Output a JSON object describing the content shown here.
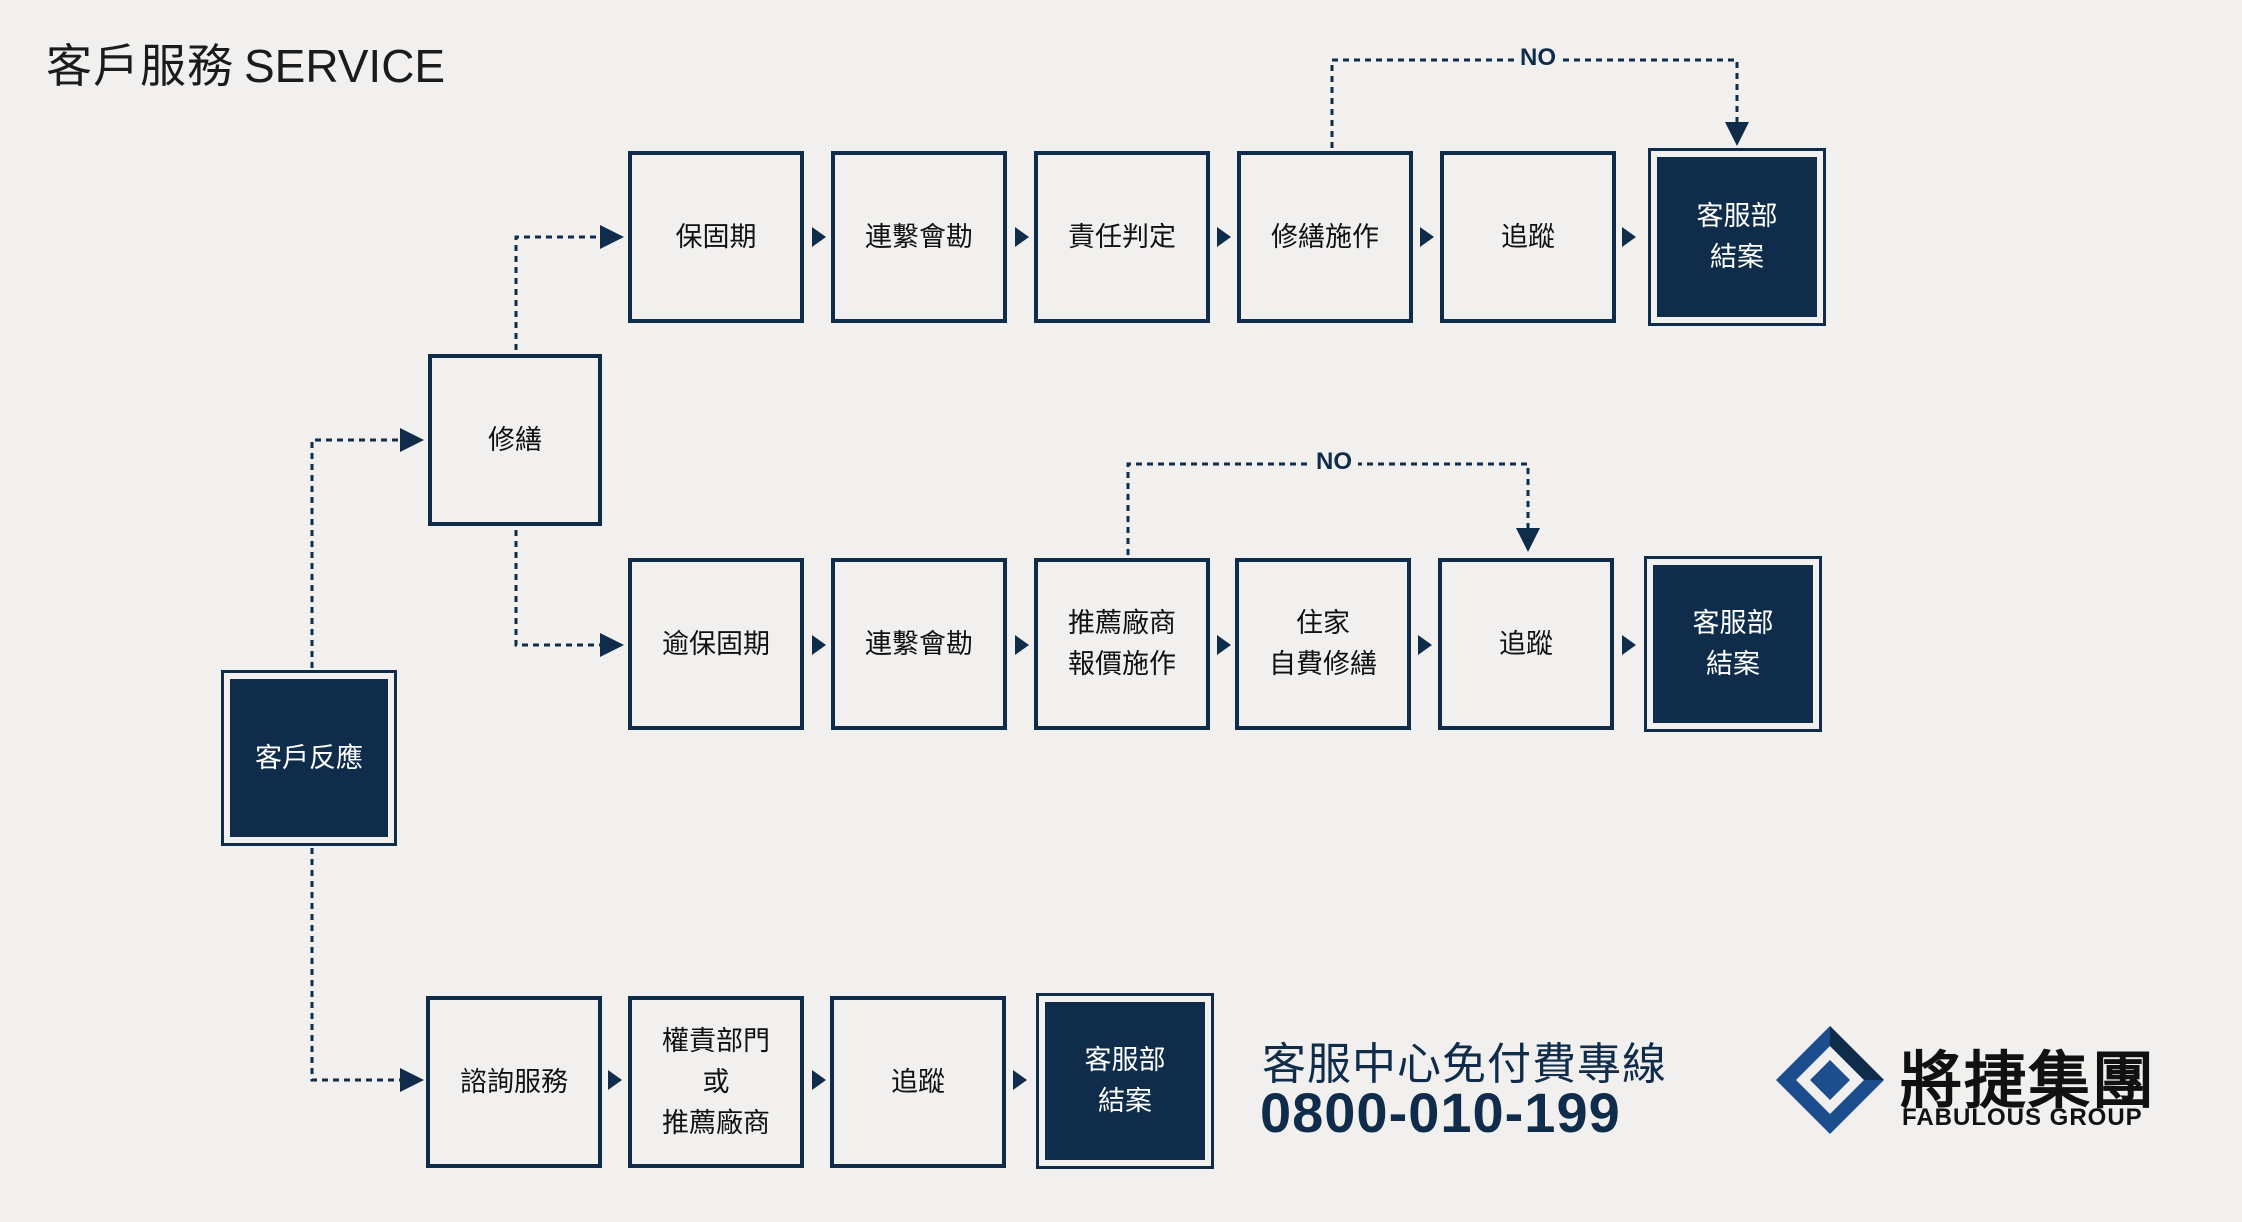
{
  "title": {
    "zh": "客戶服務",
    "en": "SERVICE"
  },
  "colors": {
    "navy": "#0f2d4a",
    "background": "#f1f0ef"
  },
  "nodes": {
    "start": "客戶反應",
    "repair": "修繕",
    "in_warranty": "保固期",
    "contact_survey_1": "連繫會勘",
    "responsibility": "責任判定",
    "repair_work": "修繕施作",
    "track_1": "追蹤",
    "close_1": [
      "客服部",
      "結案"
    ],
    "out_warranty": "逾保固期",
    "contact_survey_2": "連繫會勘",
    "recommend_vendor_quote": [
      "推薦廠商",
      "報價施作"
    ],
    "resident_self_paid": [
      "住家",
      "自費修繕"
    ],
    "track_2": "追蹤",
    "close_2": [
      "客服部",
      "結案"
    ],
    "consult": "諮詢服務",
    "responsible_dept": [
      "權責部門",
      "或",
      "推薦廠商"
    ],
    "track_3": "追蹤",
    "close_3": [
      "客服部",
      "結案"
    ]
  },
  "no_label": "NO",
  "hotline": {
    "label": "客服中心免付費專線",
    "number": "0800-010-199"
  },
  "logo": {
    "zh": "將捷集團",
    "en": "FABULOUS GROUP",
    "icon": "diamond-logo-icon"
  }
}
